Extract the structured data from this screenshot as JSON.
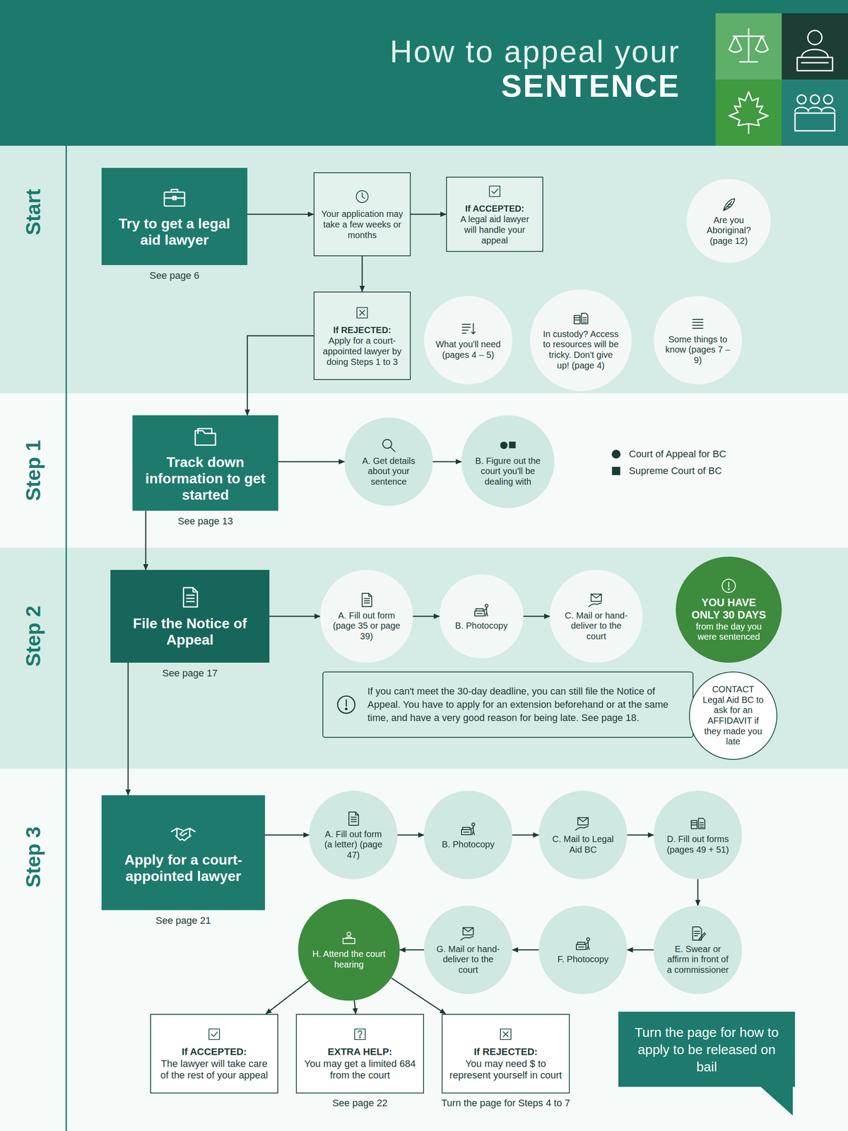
{
  "diagram": {
    "title": "How to appeal your SENTENCE",
    "nodes": [
      {
        "text": [
          "Start"
        ]
      },
      {
        "text": [
          "Try to get a legal aid lawyer",
          "See page 6"
        ],
        "in": 0
      },
      {
        "text": [
          "Your application may take a few weeks or months"
        ],
        "in": 0
      },
      {
        "text": [
          "If ACCEPTED:",
          "A legal aid lawyer will handle your appeal"
        ],
        "in": 0
      },
      {
        "text": [
          "If REJECTED:",
          "Apply for a court-appointed lawyer by doing Steps 1 to 3"
        ],
        "in": 0
      },
      {
        "text": [
          "What you'll need (pages 4 – 5)"
        ],
        "in": 0
      },
      {
        "text": [
          "In custody? Access to resources will be tricky. Don't give up! (page 4)"
        ],
        "in": 0
      },
      {
        "text": [
          "Are you Aboriginal? (page 12)"
        ],
        "in": 0
      },
      {
        "text": [
          "Some things to know (pages 7 – 9)"
        ],
        "in": 0
      },
      {
        "text": [
          "Step 1"
        ]
      },
      {
        "text": [
          "Track down information to get started",
          "See page 13"
        ],
        "in": 9
      },
      {
        "text": [
          "A. Get details about your sentence"
        ],
        "in": 9
      },
      {
        "text": [
          "B. Figure out the court you'll be dealing with"
        ],
        "in": 9
      },
      {
        "text": [
          "Step 2"
        ]
      },
      {
        "text": [
          "File the Notice of Appeal",
          "See page 17"
        ],
        "in": 13
      },
      {
        "text": [
          "A. Fill out form (page 35 or page 39)"
        ],
        "in": 13
      },
      {
        "text": [
          "B. Photocopy"
        ],
        "in": 13
      },
      {
        "text": [
          "C. Mail or hand-deliver to the court"
        ],
        "in": 13
      },
      {
        "text": [
          "YOU HAVE ONLY 30 DAYS",
          "from the day you were sentenced"
        ],
        "in": 13
      },
      {
        "text": [
          "If you can't meet the 30-day deadline, you can still file the Notice of Appeal. You have to apply for an extension beforehand or at the same time, and have a very good reason for being late. See page 18."
        ],
        "in": 13
      },
      {
        "text": [
          "CONTACT Legal Aid BC to ask for an AFFIDAVIT if they made you late"
        ],
        "in": 13
      },
      {
        "text": [
          "Step 3"
        ]
      },
      {
        "text": [
          "Apply for a court-appointed lawyer",
          "See page 21"
        ],
        "in": 21
      },
      {
        "text": [
          "A. Fill out form (a letter) (page 47)"
        ],
        "in": 21
      },
      {
        "text": [
          "B. Photocopy"
        ],
        "in": 21
      },
      {
        "text": [
          "C. Mail to Legal Aid BC"
        ],
        "in": 21
      },
      {
        "text": [
          "D. Fill out forms (pages 49 + 51)"
        ],
        "in": 21
      },
      {
        "text": [
          "E. Swear or affirm in front of a commissioner"
        ],
        "in": 21
      },
      {
        "text": [
          "F. Photocopy"
        ],
        "in": 21
      },
      {
        "text": [
          "G. Mail or hand-deliver to the court"
        ],
        "in": 21
      },
      {
        "text": [
          "H. Attend the court hearing"
        ],
        "in": 21
      },
      {
        "text": [
          "If ACCEPTED:",
          "The lawyer will take care of the rest of your appeal"
        ],
        "in": 21
      },
      {
        "text": [
          "EXTRA HELP:",
          "You may get a limited 684 from the court",
          "See page 22"
        ],
        "in": 21
      },
      {
        "text": [
          "If REJECTED:",
          "You may need $ to represent yourself in court",
          "Turn the page for Steps 4 to 7"
        ],
        "in": 21
      },
      {
        "text": [
          "Turn the page for how to apply to be released on bail"
        ],
        "in": 21
      }
    ],
    "edges": [
      {
        "from": 1,
        "to": 2,
        "arrow": "to"
      },
      {
        "from": 2,
        "to": 3,
        "arrow": "to"
      },
      {
        "from": 2,
        "to": 4,
        "arrow": "to"
      },
      {
        "from": 4,
        "to": 10,
        "arrow": "to"
      },
      {
        "from": 10,
        "to": 11,
        "arrow": "to"
      },
      {
        "from": 11,
        "to": 12,
        "arrow": "to"
      },
      {
        "from": 10,
        "to": 14,
        "arrow": "to"
      },
      {
        "from": 14,
        "to": 15,
        "arrow": "to"
      },
      {
        "from": 15,
        "to": 16,
        "arrow": "to"
      },
      {
        "from": 16,
        "to": 17,
        "arrow": "to"
      },
      {
        "from": 14,
        "to": 22,
        "arrow": "to"
      },
      {
        "from": 22,
        "to": 23,
        "arrow": "to"
      },
      {
        "from": 23,
        "to": 24,
        "arrow": "to"
      },
      {
        "from": 24,
        "to": 25,
        "arrow": "to"
      },
      {
        "from": 25,
        "to": 26,
        "arrow": "to"
      },
      {
        "from": 26,
        "to": 27,
        "arrow": "to"
      },
      {
        "from": 27,
        "to": 28,
        "arrow": "to"
      },
      {
        "from": 28,
        "to": 29,
        "arrow": "to"
      },
      {
        "from": 29,
        "to": 30,
        "arrow": "to"
      },
      {
        "from": 30,
        "to": 31,
        "arrow": "to"
      },
      {
        "from": 30,
        "to": 32,
        "arrow": "to"
      },
      {
        "from": 30,
        "to": 33,
        "arrow": "to"
      }
    ],
    "legend": [
      {
        "text": "Court of Appeal for BC"
      },
      {
        "text": "Supreme Court of BC"
      }
    ]
  }
}
